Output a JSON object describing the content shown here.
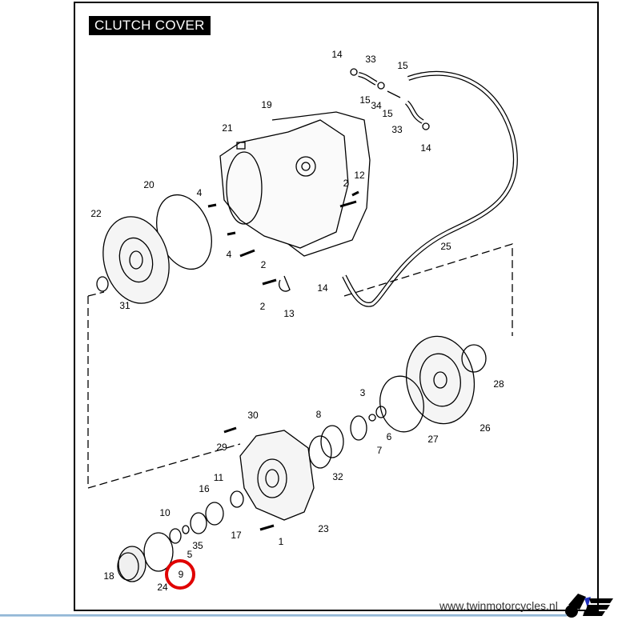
{
  "title": "CLUTCH COVER",
  "website": "www.twinmotorcycles.nl",
  "highlight_color": "#e00000",
  "highlighted_callout": "9",
  "callouts": [
    "14",
    "33",
    "15",
    "15",
    "34",
    "15",
    "33",
    "14",
    "19",
    "21",
    "12",
    "2",
    "20",
    "4",
    "22",
    "4",
    "2",
    "25",
    "14",
    "2",
    "13",
    "31",
    "28",
    "3",
    "30",
    "8",
    "29",
    "6",
    "27",
    "26",
    "7",
    "11",
    "32",
    "16",
    "10",
    "17",
    "23",
    "35",
    "1",
    "5",
    "18",
    "24",
    "9"
  ]
}
